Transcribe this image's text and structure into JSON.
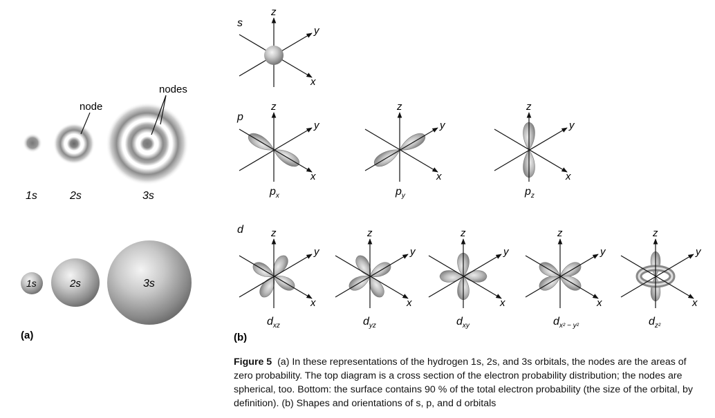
{
  "panel_a": {
    "label": "(a)",
    "node_label": "node",
    "nodes_label": "nodes",
    "cross_section_labels": [
      "1s",
      "2s",
      "3s"
    ],
    "sphere_labels": [
      "1s",
      "2s",
      "3s"
    ]
  },
  "panel_b": {
    "label": "(b)",
    "axis_z": "z",
    "axis_y": "y",
    "axis_x": "x",
    "row_labels": {
      "s": "s",
      "p": "p",
      "d": "d"
    },
    "p_labels": [
      {
        "base": "p",
        "sub": "x"
      },
      {
        "base": "p",
        "sub": "y"
      },
      {
        "base": "p",
        "sub": "z"
      }
    ],
    "d_labels": [
      {
        "base": "d",
        "sub": "xz"
      },
      {
        "base": "d",
        "sub": "yz"
      },
      {
        "base": "d",
        "sub": "xy"
      },
      {
        "base": "d",
        "sub": "x² − y²"
      },
      {
        "base": "d",
        "sub": "z²"
      }
    ]
  },
  "caption": {
    "title": "Figure 5",
    "text": "(a) In these representations of the hydrogen 1s, 2s, and 3s orbitals, the nodes are the areas of zero probability. The top diagram is a cross section of the electron probability distribution; the nodes are spherical, too. Bottom: the surface contains 90 % of the total electron probability (the size of the orbital, by definition). (b) Shapes and orientations of s, p, and d orbitals"
  }
}
